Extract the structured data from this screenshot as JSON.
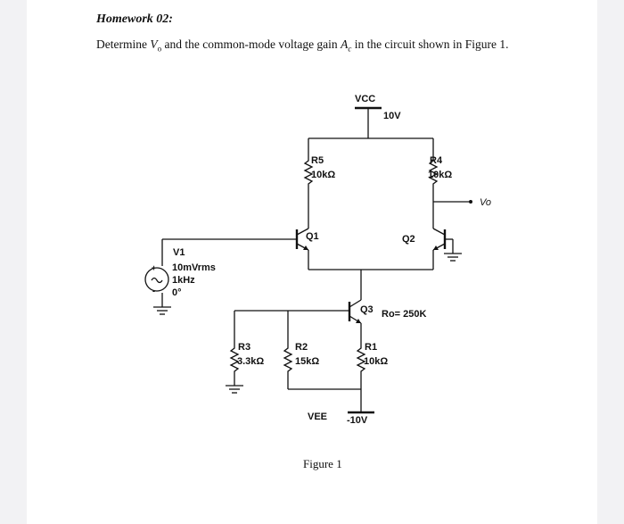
{
  "document": {
    "title": "Homework 02:",
    "problem": {
      "part1": "Determine ",
      "v_symbol": "V",
      "v_sub": "o",
      "part2": " and the common-mode voltage gain ",
      "a_symbol": "A",
      "a_sub": "c",
      "part3": " in the circuit shown in Figure 1."
    },
    "caption": "Figure 1"
  },
  "circuit": {
    "vcc_label": "VCC",
    "vcc_value": "10V",
    "vee_label": "VEE",
    "vee_value": "-10V",
    "r5_name": "R5",
    "r5_value": "10kΩ",
    "r4_name": "R4",
    "r4_value": "10kΩ",
    "vo_label": "Vo",
    "q1_label": "Q1",
    "q2_label": "Q2",
    "q3_label": "Q3",
    "ro_label": "Ro= 250K",
    "v1_name": "V1",
    "v1_amplitude": "10mVrms",
    "v1_frequency": "1kHz",
    "v1_phase": "0°",
    "r3_name": "R3",
    "r3_value": "3.3kΩ",
    "r2_name": "R2",
    "r2_value": "15kΩ",
    "r1_name": "R1",
    "r1_value": "10kΩ"
  }
}
